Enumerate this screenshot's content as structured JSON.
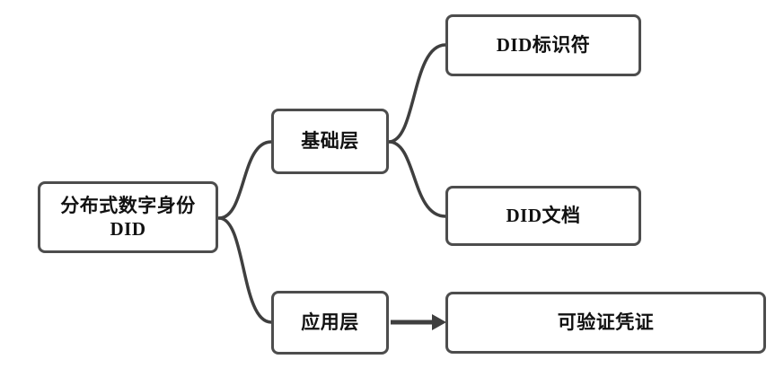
{
  "diagram": {
    "title": "DID layered structure diagram",
    "root": {
      "line1": "分布式数字身份",
      "line2": "DID"
    },
    "nodes": {
      "foundation_layer": "基础层",
      "application_layer": "应用层",
      "did_identifier": "DID标识符",
      "did_document": "DID文档",
      "verifiable_credential": "可验证凭证"
    },
    "colors": {
      "box_border": "#4d4d4d",
      "connector": "#3f3f3f",
      "text": "#111111",
      "background": "#ffffff"
    }
  }
}
